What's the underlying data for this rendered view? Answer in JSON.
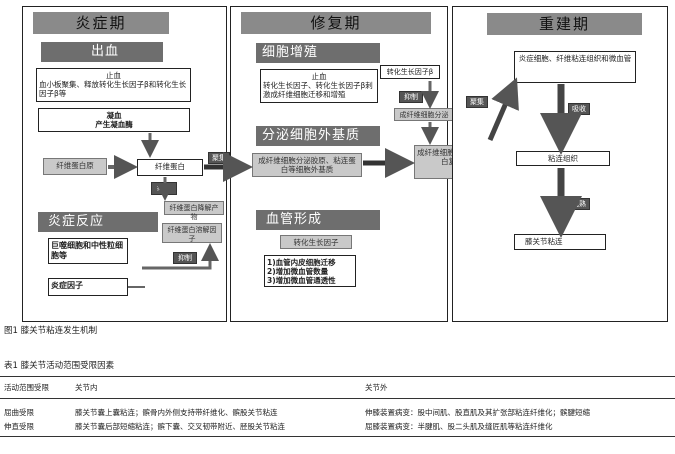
{
  "panels": {
    "p1": {
      "title": "炎症期"
    },
    "p2": {
      "title": "修复期"
    },
    "p3": {
      "title": "重建期"
    }
  },
  "p1": {
    "bleeding_header": "出血",
    "bleeding_box_l1": "止血",
    "bleeding_box_l2": "血小板聚集、释放转化生长因子β和转化生长因子β等",
    "coag_l1": "凝血",
    "coag_l2": "产生凝血酶",
    "fibrinogen": "纤维蛋白原",
    "fibrin": "纤维蛋白",
    "cross": "纤溶",
    "degrade": "纤维蛋白降解产物",
    "fibrinolysis_factor": "纤维蛋白溶解因子",
    "inflam_header": "炎症反应",
    "cells_box": "巨噬细胞和中性粒细胞等",
    "cytokine_box": "炎症因子",
    "inhibit_small": "抑制",
    "proliferate_tag": "聚集"
  },
  "p2": {
    "cell_header": "细胞增殖",
    "cell_box_l1": "止血",
    "cell_box_l2": "转化生长因子、转化生长因子β刺激成纤维细胞迁移和增殖",
    "tgf_tag": "转化生长因子β",
    "inhibit_tag": "抑制",
    "fibro_box": "成纤维细胞分泌",
    "ecm_header": "分泌细胞外基质",
    "ecm_box": "成纤维细胞分泌胶原、粘连蛋白等细胞外基质",
    "complex_box": "成纤维细胞-胶原纤维蛋白复合物",
    "vessel_header": "血管形成",
    "vessel_tag": "转化生长因子",
    "vessel_list_1": "1)血管内皮细胞迁移",
    "vessel_list_2": "2)增加微血管数量",
    "vessel_list_3": "3)增加微血管通透性"
  },
  "p3": {
    "top_box": "炎症细胞、纤维粘连组织和微血管",
    "absorb_tag": "吸收",
    "gather_tag": "聚集",
    "middle_box": "粘连组织",
    "mature_tag": "成熟",
    "bottom_box": "膝关节粘连"
  },
  "figure_caption": "图1  膝关节粘连发生机制",
  "table": {
    "title": "表1  膝关节活动范围受限因素",
    "headers": [
      "活动范围受限",
      "关节内",
      "关节外"
    ],
    "rows": [
      [
        "屈曲受限",
        "膝关节囊上囊粘连；髌骨内外侧支持带纤维化、髌股关节粘连",
        "伸膝装置病变：股中间肌、股直肌及其扩张部粘连纤维化；髌腱短缩"
      ],
      [
        "伸直受限",
        "膝关节囊后部短缩粘连；髌下囊、交叉韧带附近、胫股关节粘连",
        "屈膝装置病变：半腱肌、股二头肌及缝匠肌等粘连纤维化"
      ]
    ]
  }
}
